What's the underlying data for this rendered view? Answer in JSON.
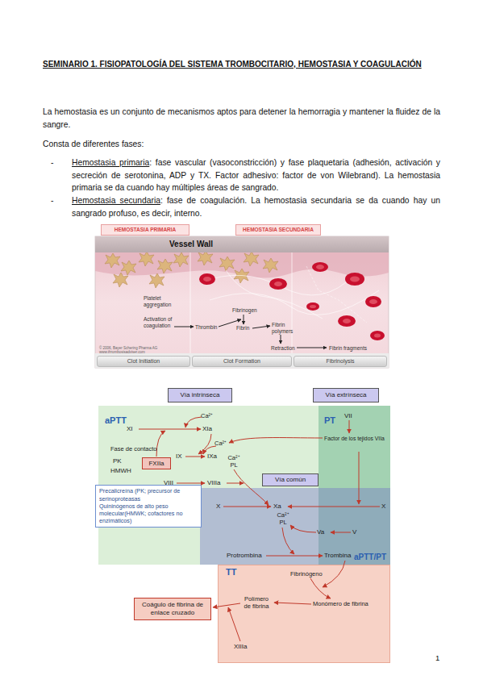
{
  "diagram": {
    "title": "SEMINARIO 1. FISIOPATOLOGÍA DEL SISTEMA TROMBOCITARIO, HEMOSTASIA Y COAGULACIÓN",
    "nodes": [
      {
        "text": [
          "HEMOSTASIA PRIMARIA"
        ]
      },
      {
        "text": [
          "HEMOSTASIA SECUNDARIA"
        ]
      },
      {
        "text": [
          "Vessel Wall"
        ]
      },
      {
        "text": [
          "Clot Initiation"
        ]
      },
      {
        "text": [
          "Clot Formation"
        ]
      },
      {
        "text": [
          "Fibrinolysis"
        ]
      },
      {
        "text": [
          "Vía intrínseca"
        ]
      },
      {
        "text": [
          "Vía extrínseca"
        ]
      },
      {
        "text": [
          "aPTT"
        ]
      },
      {
        "text": [
          "FXIIa"
        ],
        "in": 8
      },
      {
        "text": [
          "PT"
        ]
      },
      {
        "text": [
          "Vía común"
        ]
      },
      {
        "text": [
          "aPTT/PT"
        ]
      },
      {
        "text": [
          "Precalicreína (PK; precursor de serinoproteasas",
          "Quininógenos de alto peso molecular(HMWK; cofactores no enzimáticos)"
        ]
      },
      {
        "text": [
          "TT"
        ]
      },
      {
        "text": [
          "Coágulo de fibrina de enlace cruzado"
        ]
      }
    ],
    "labels": [
      "La hemostasia es un conjunto de mecanismos aptos para detener la hemorragia y mantener la fluidez de la sangre.",
      "Consta de diferentes fases:",
      "-",
      "Hemostasia primaria",
      ": fase vascular (vasoconstricción) y fase plaquetaria (adhesión, activación y secreción de serotonina, ADP y TX. Factor adhesivo: factor de von Wilebrand). La hemostasia primaria se da cuando hay múltiples áreas de sangrado.",
      "-",
      "Hemostasia secundaria",
      ": fase de coagulación. La hemostasia secundaria se da cuando hay un sangrado profuso, es decir, interno.",
      "Platelet aggregation",
      "Activation of coagulation",
      "Thrombin",
      "Fibrinogen",
      "Fibrin",
      "Fibrin polymers",
      "Retraction",
      "Fibrin fragments",
      "© 2006, Bayer Schering Pharma AG www.thrombosisadviser.com",
      "Ca²⁺",
      "XI",
      "XIa",
      "Fase de contacto",
      "Ca²⁺",
      "IX",
      "IXa",
      "Ca²⁺ PL",
      "PK",
      "HMWH",
      "VIII",
      "VIIIa",
      "VII",
      "Factor de los tejidos VIIa",
      "X",
      "Xa",
      "Ca²⁺ PL",
      "Va",
      "V",
      "X",
      "Protrombina",
      "Trombina",
      "Fibrinógeno",
      "Polímero de fibrina",
      "Monómero de fibrina",
      "XIIIa",
      "1"
    ]
  }
}
